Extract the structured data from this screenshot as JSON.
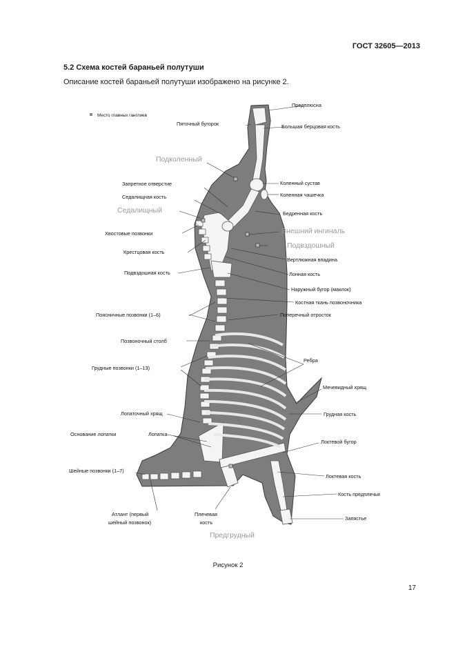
{
  "header": {
    "standard": "ГОСТ 32605—2013"
  },
  "section": {
    "title": "5.2 Схема костей бараньей полутуши",
    "intro": "Описание костей бараньей полутуши изображено на рисунке 2."
  },
  "figure": {
    "legend": "Место главных ганглиев",
    "bone_labels": [
      "Предплюсна",
      "Пяточный бугорок",
      "Большая берцовая кость",
      "Запретное отверстие",
      "Коленный сустав",
      "Седалищная кость",
      "Коленная чашечка",
      "Бедренная кость",
      "Хвостовые позвонки",
      "Крестцовая кость",
      "Вертлюжная впадина",
      "Подвздошная кость",
      "Лонная кость",
      "Наружный бугор (маклок)",
      "Костная ткань позвоночника",
      "Поясничные позвонки (1–6)",
      "Поперечный отросток",
      "Позвоночный столб",
      "Ребра",
      "Грудные позвонки (1–13)",
      "Мечевидный хрящ",
      "Лопаточный хрящ",
      "Грудная кость",
      "Основание лопатки",
      "Лопатка",
      "Локтевой бугор",
      "Шейные позвонки (1–7)",
      "Локтевая кость",
      "Кость предплечья",
      "Атлант (первый",
      "шейный позвонок)",
      "Запястье",
      "Плечевая",
      "кость"
    ],
    "ganglia_labels": [
      "Подколенный",
      "Седалищный",
      "Внешний ингиналь",
      "Подвздошный",
      "Предгрудный"
    ]
  },
  "caption": "Рисунок 2",
  "page_number": "17"
}
